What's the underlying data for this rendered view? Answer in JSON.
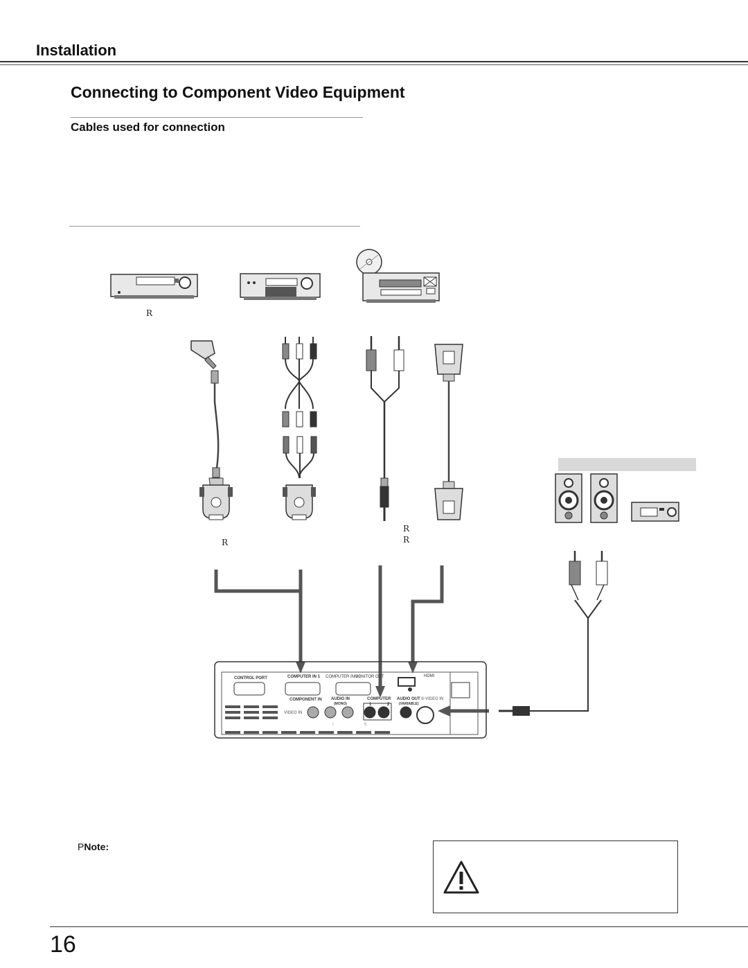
{
  "header": {
    "section_title": "Installation",
    "page_heading": "Connecting to Component Video Equipment",
    "cables_heading": "Cables used for connection"
  },
  "diagram": {
    "device_label": "R",
    "cable_labels": [
      "R",
      "R",
      "R"
    ],
    "panel": {
      "control_port": "CONTROL PORT",
      "computer_in_1": "COMPUTER IN 1",
      "computer_in_2": "COMPUTER IN 2 /",
      "monitor_out": "MONITOR OUT",
      "hdmi": "HDMI",
      "component_in": "COMPONENT IN",
      "audio_in": "AUDIO IN",
      "mono": "(MONO)",
      "computer": "COMPUTER",
      "port_1": "1",
      "port_2": "2",
      "audio_out": "AUDIO OUT",
      "variable": "(VARIABLE)",
      "s_video_in": "S-VIDEO IN",
      "video_in": "VIDEO IN",
      "port_slash": "/",
      "port_5": "5"
    }
  },
  "note": {
    "marker": "P",
    "label": "Note:"
  },
  "footer": {
    "page_number": "16"
  }
}
